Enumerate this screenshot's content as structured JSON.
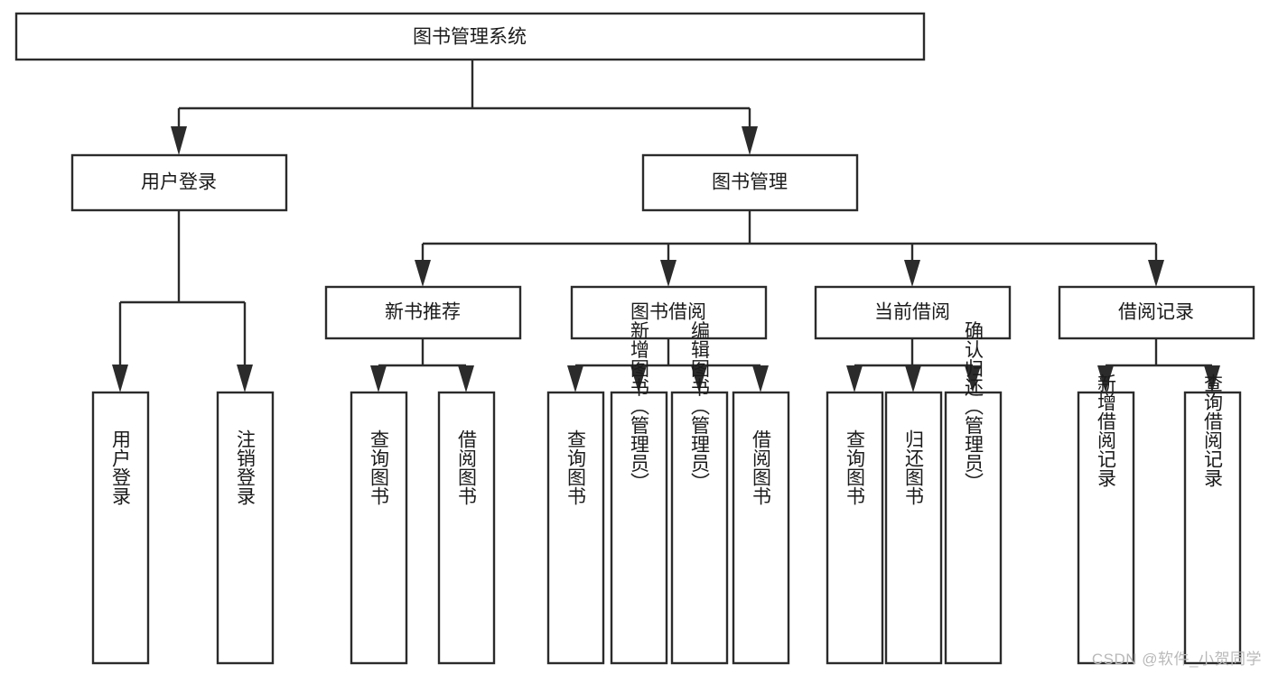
{
  "diagram": {
    "type": "tree-hierarchy",
    "title": "图书管理系统",
    "watermark": "CSDN @软件_小贺同学",
    "levels": {
      "root": {
        "label": "图书管理系统"
      },
      "level2": [
        {
          "label": "用户登录"
        },
        {
          "label": "图书管理"
        }
      ],
      "level3": [
        {
          "label": "新书推荐"
        },
        {
          "label": "图书借阅"
        },
        {
          "label": "当前借阅"
        },
        {
          "label": "借阅记录"
        }
      ],
      "leaves": {
        "user_login": [
          {
            "label": "用户登录"
          },
          {
            "label": "注销登录"
          }
        ],
        "new_book_recommend": [
          {
            "label": "查询图书"
          },
          {
            "label": "借阅图书"
          }
        ],
        "book_borrow": [
          {
            "label": "查询图书"
          },
          {
            "label": "新增图书（管理员）"
          },
          {
            "label": "编辑图书（管理员）"
          },
          {
            "label": "借阅图书"
          }
        ],
        "current_borrow": [
          {
            "label": "查询图书"
          },
          {
            "label": "归还图书"
          },
          {
            "label": "确认归还（管理员）"
          }
        ],
        "borrow_record": [
          {
            "label": "新增借阅记录"
          },
          {
            "label": "查询借阅记录"
          }
        ]
      }
    },
    "colors": {
      "stroke": "#2b2b2b",
      "fill": "#ffffff",
      "text": "#1a1a1a",
      "watermark": "#b9b9b9"
    }
  }
}
